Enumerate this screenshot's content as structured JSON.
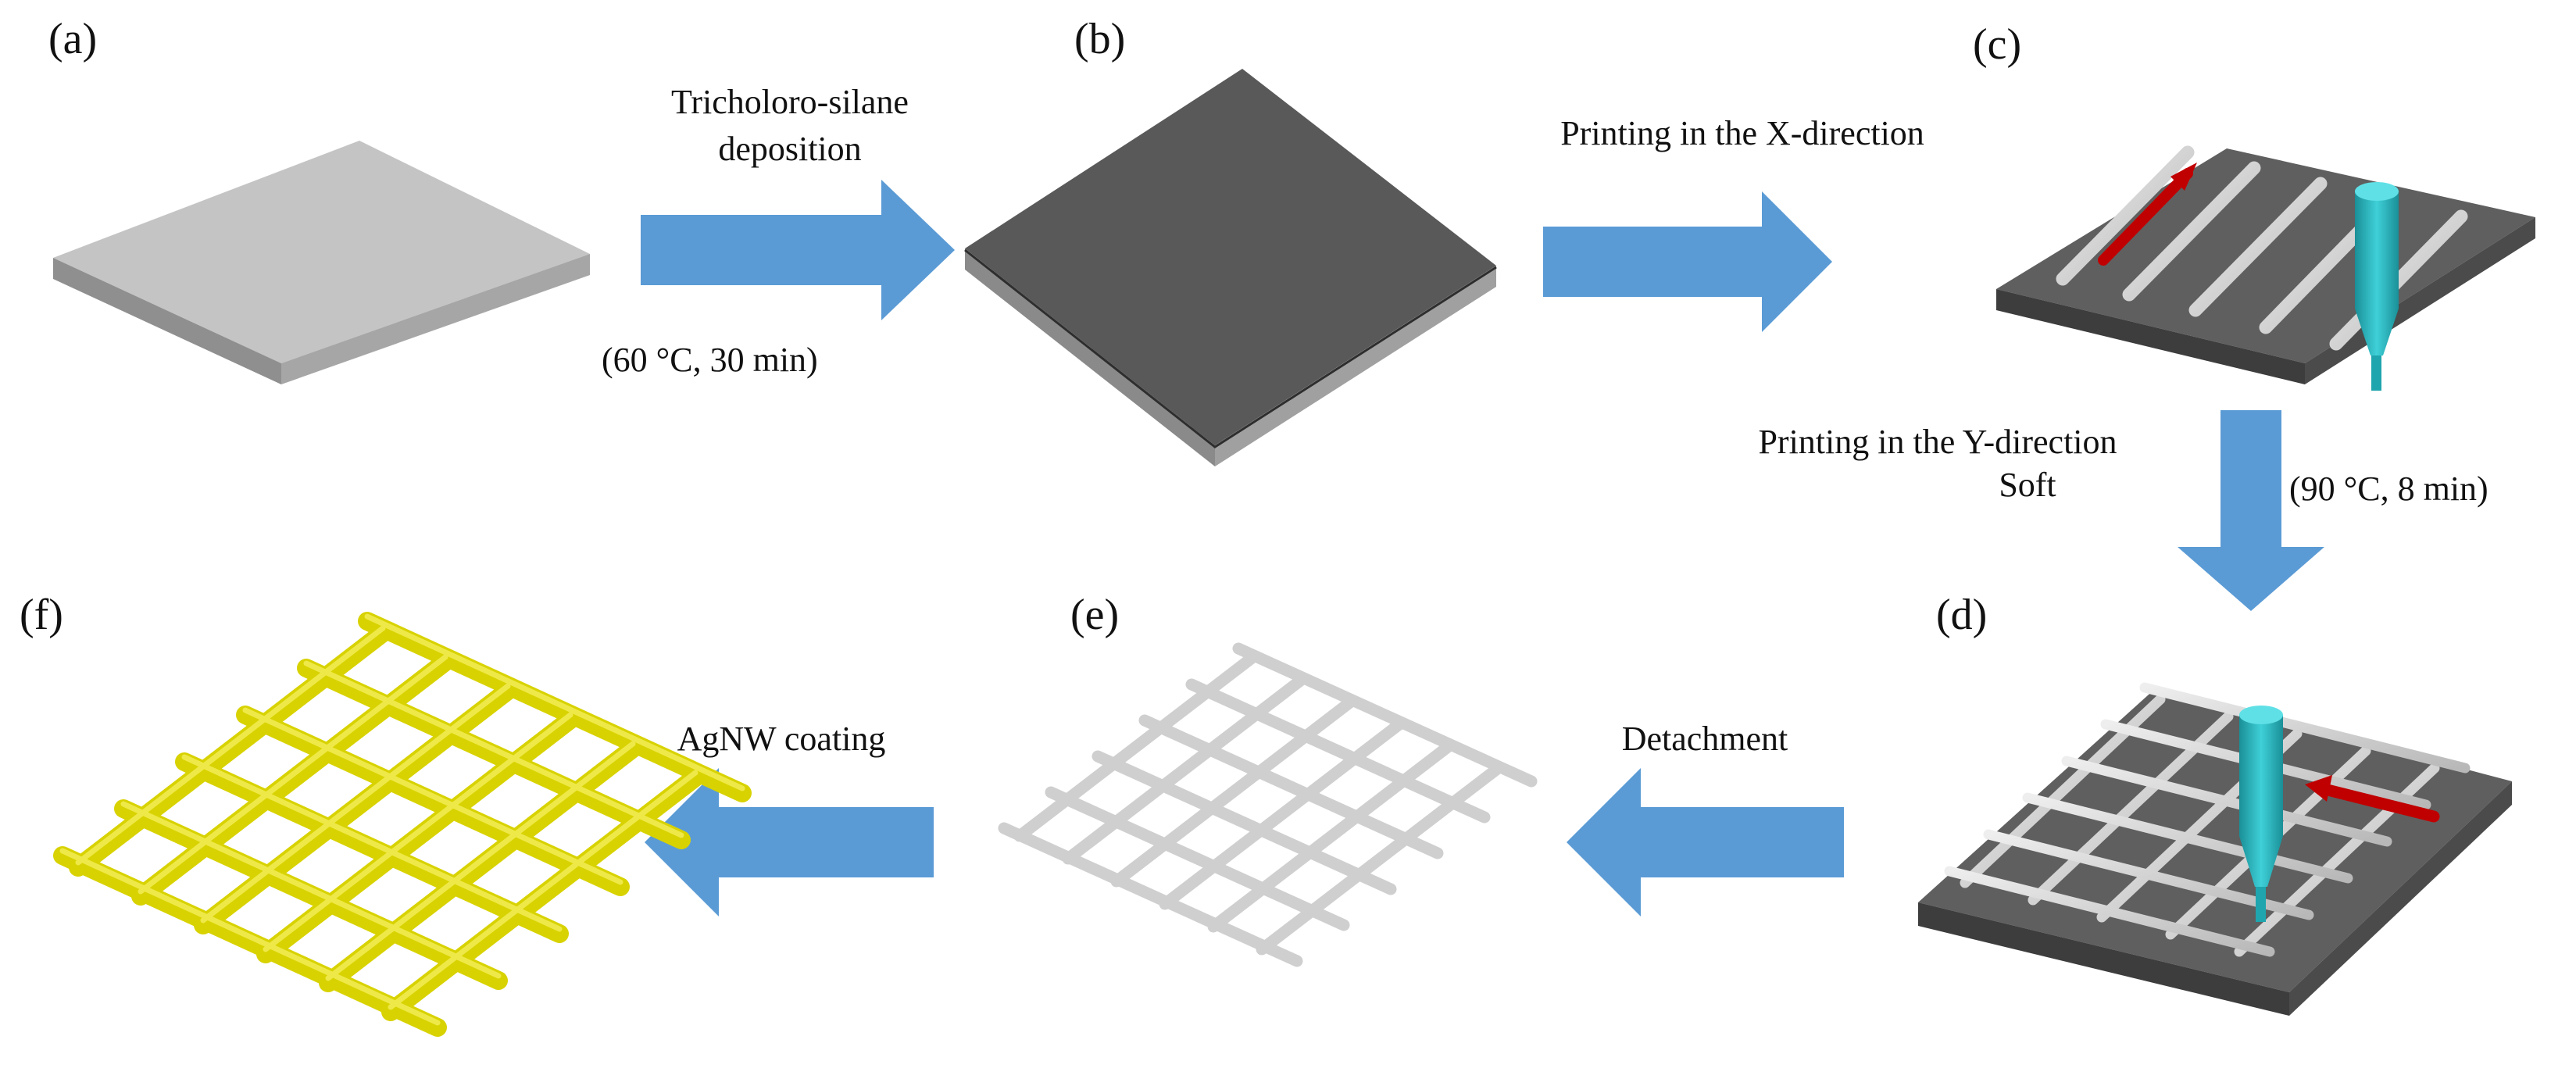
{
  "panels": {
    "a": {
      "label": "(a)"
    },
    "b": {
      "label": "(b)"
    },
    "c": {
      "label": "(c)"
    },
    "d": {
      "label": "(d)"
    },
    "e": {
      "label": "(e)"
    },
    "f": {
      "label": "(f)"
    }
  },
  "steps": {
    "a_to_b": {
      "line1": "Tricholoro-silane",
      "line2": "deposition",
      "condition": "(60 °C, 30 min)"
    },
    "b_to_c": {
      "line1": "Printing in the X-direction"
    },
    "c_to_d": {
      "line1": "Printing in the Y-direction",
      "line2": "Soft",
      "condition": "(90 °C, 8 min)"
    },
    "d_to_e": {
      "line1": "Detachment"
    },
    "e_to_f": {
      "line1": "AgNW coating"
    }
  },
  "colors": {
    "arrow": "#5b9bd5",
    "substrate_light": "#c9c9c9",
    "substrate_dark": "#5a5a5a",
    "grid_white": "#d2d2d2",
    "grid_gold": "#d4d000",
    "nozzle": "#2bb8c0",
    "print_direction": "#c00000"
  },
  "icons": {
    "nozzle": "print-nozzle-icon",
    "direction": "print-direction-arrow-icon"
  }
}
